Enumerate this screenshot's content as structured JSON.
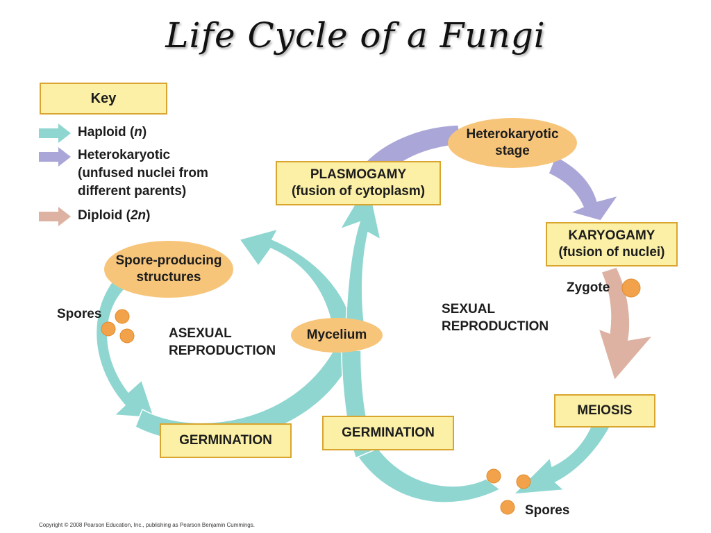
{
  "title": "Life Cycle of a Fungi",
  "key": {
    "heading": "Key",
    "items": [
      {
        "label_main": "Haploid (",
        "label_em": "n",
        "label_end": ")",
        "color": "#8fd6d1"
      },
      {
        "line1": "Heterokaryotic",
        "line2": "(unfused nuclei from",
        "line3": "different parents)",
        "color": "#aaa6d8"
      },
      {
        "label_main": "Diploid (",
        "label_em": "2n",
        "label_end": ")",
        "color": "#ddb2a2"
      }
    ]
  },
  "colors": {
    "haploid": "#8fd6d1",
    "heterokaryotic": "#aaa6d8",
    "diploid": "#ddb2a2",
    "box_fill": "#fbf0a6",
    "box_border": "#d9a52e",
    "oval_fill": "#f7c57a",
    "spore": "#f2a24a"
  },
  "stages": {
    "plasmogamy": {
      "line1": "PLASMOGAMY",
      "line2": "(fusion of cytoplasm)"
    },
    "heterokaryotic": {
      "line1": "Heterokaryotic",
      "line2": "stage"
    },
    "karyogamy": {
      "line1": "KARYOGAMY",
      "line2": "(fusion of nuclei)"
    },
    "zygote": "Zygote",
    "meiosis": "MEIOSIS",
    "spores_sexual": "Spores",
    "germination_sexual": "GERMINATION",
    "mycelium": "Mycelium",
    "spore_producing": {
      "line1": "Spore-producing",
      "line2": "structures"
    },
    "spores_asexual": "Spores",
    "germination_asexual": "GERMINATION"
  },
  "regions": {
    "asexual": {
      "line1": "ASEXUAL",
      "line2": "REPRODUCTION"
    },
    "sexual": {
      "line1": "SEXUAL",
      "line2": "REPRODUCTION"
    }
  },
  "copyright": "Copyright © 2008 Pearson Education, Inc., publishing as Pearson Benjamin Cummings."
}
